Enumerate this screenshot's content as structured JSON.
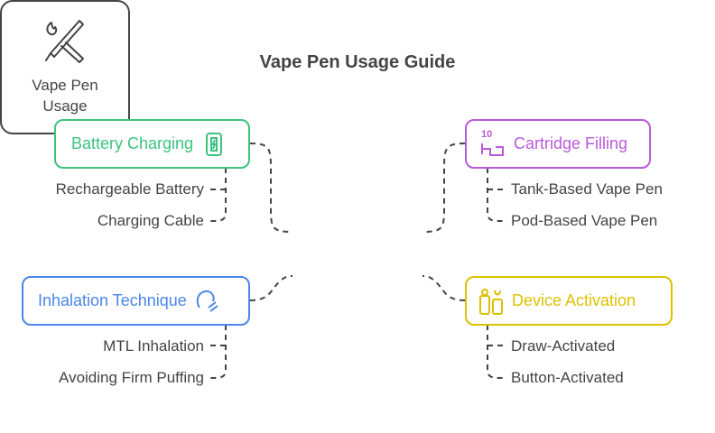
{
  "title": "Vape Pen Usage Guide",
  "center": {
    "line1": "Vape Pen",
    "line2": "Usage",
    "icon": "vape-pen-icon"
  },
  "topics": [
    {
      "label": "Battery Charging",
      "color": "#3cc37f",
      "icon": "battery-charging-icon",
      "items": [
        "Rechargeable Battery",
        "Charging Cable"
      ]
    },
    {
      "label": "Cartridge Filling",
      "color": "#b85ad9",
      "icon": "refill-icon",
      "icon_text": "10",
      "items": [
        "Tank-Based Vape Pen",
        "Pod-Based Vape Pen"
      ]
    },
    {
      "label": "Inhalation Technique",
      "color": "#4a86e8",
      "icon": "inhalation-icon",
      "items": [
        "MTL Inhalation",
        "Avoiding Firm Puffing"
      ]
    },
    {
      "label": "Device Activation",
      "color": "#dcc100",
      "icon": "device-icon",
      "items": [
        "Draw-Activated",
        "Button-Activated"
      ]
    }
  ]
}
